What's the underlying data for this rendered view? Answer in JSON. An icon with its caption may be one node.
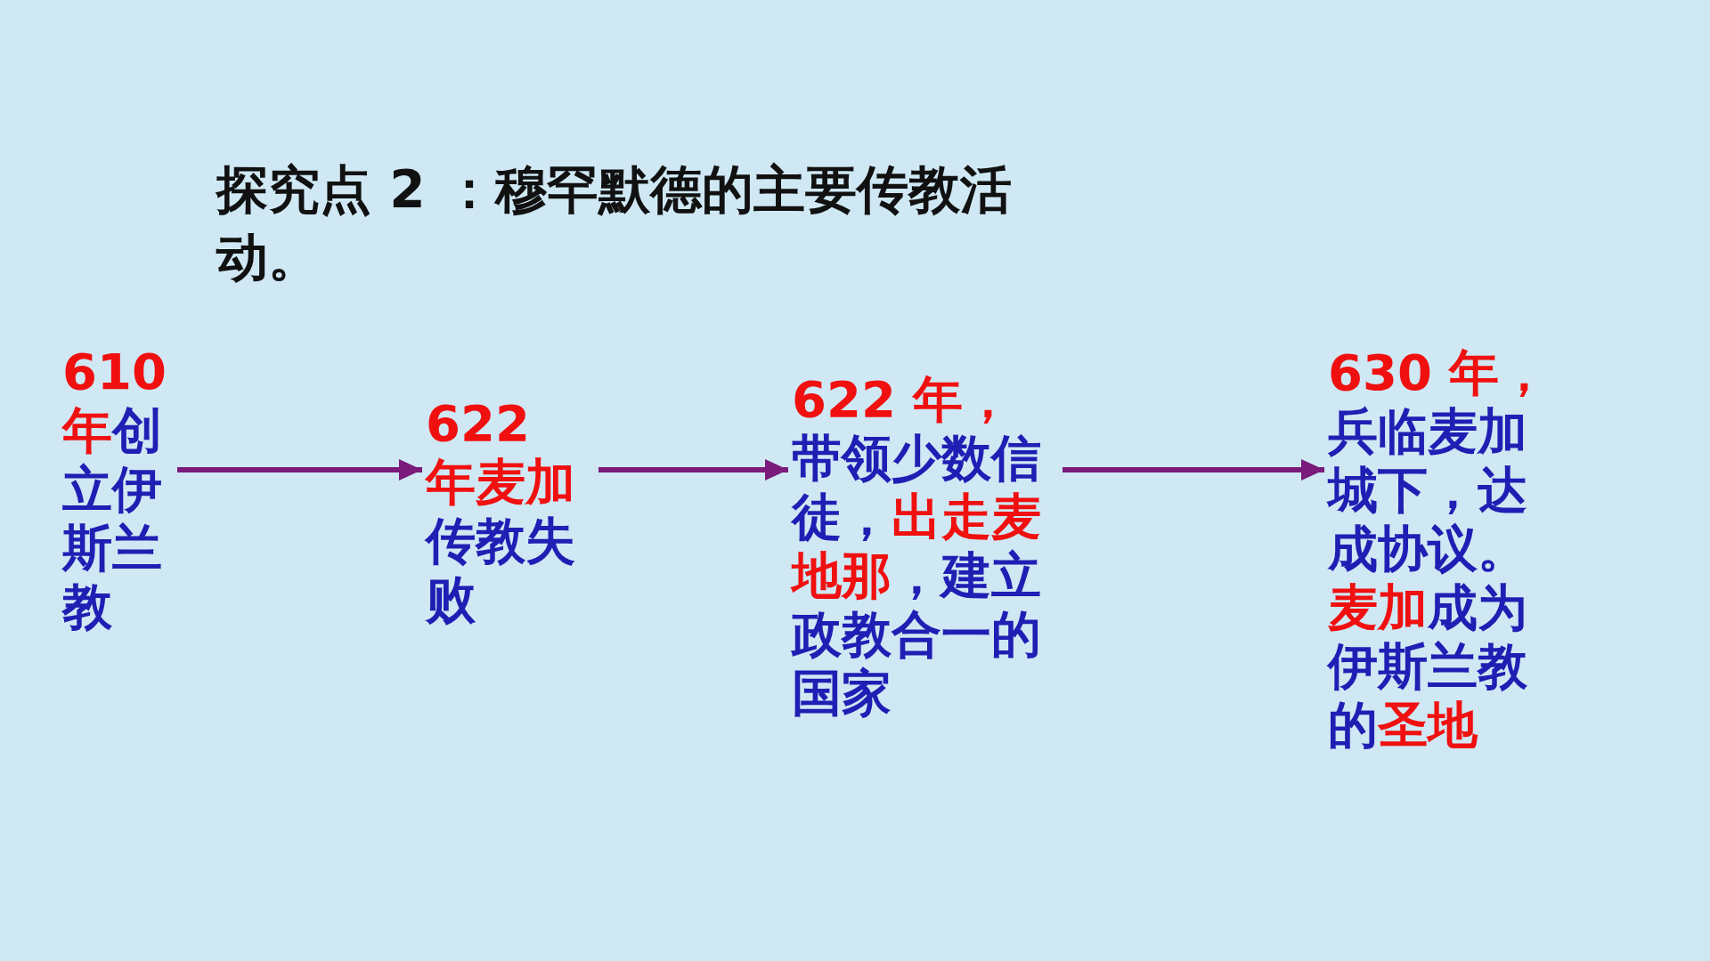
{
  "diagram": {
    "title": "探究点 2 ：穆罕默德的主要传教活动。",
    "nodes": [
      {
        "text": [
          "**610 年**创立伊斯兰教"
        ]
      },
      {
        "text": [
          "**622 年麦加**传教失败"
        ]
      },
      {
        "text": [
          "**622 年，**带领少数信徒，**出走麦地那**，建立政教合一的国家"
        ]
      },
      {
        "text": [
          "**630 年，**兵临麦加城下，达成协议。**麦加**成为伊斯兰教的**圣地**"
        ]
      }
    ],
    "edges": [
      {
        "from": 0,
        "to": 1,
        "arrow": "to"
      },
      {
        "from": 1,
        "to": 2,
        "arrow": "to"
      },
      {
        "from": 2,
        "to": 3,
        "arrow": "to"
      }
    ]
  }
}
